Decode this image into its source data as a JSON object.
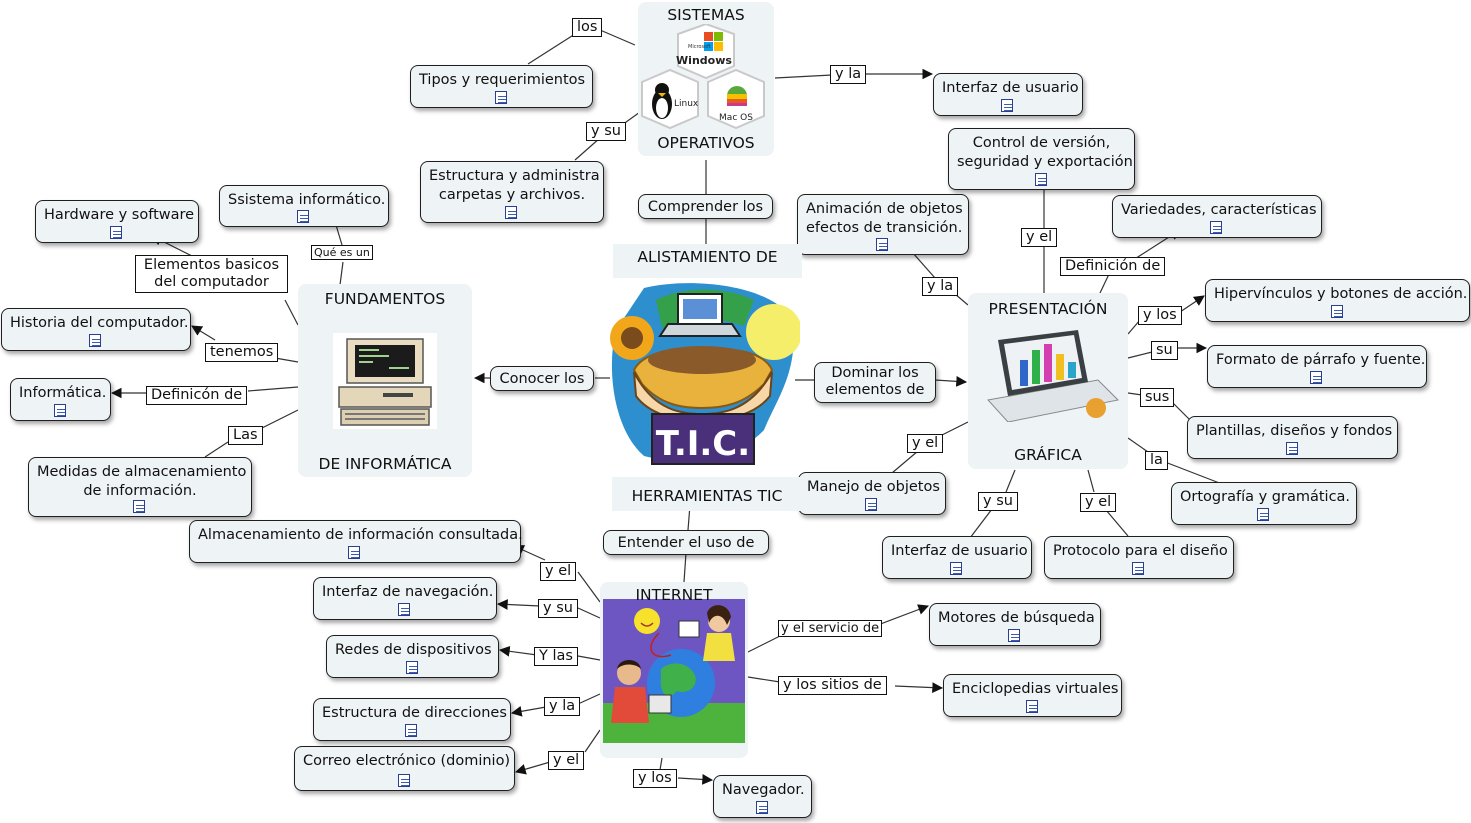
{
  "center": {
    "top_label": "ALISTAMIENTO DE",
    "bottom_label": "HERRAMIENTAS TIC",
    "logo_text": "T.I.C."
  },
  "sistemas": {
    "top": "SISTEMAS",
    "bottom": "OPERATIVOS",
    "logos": {
      "windows_small": "Microsoft",
      "windows": "Windows",
      "linux": "Linux",
      "mac": "Mac OS"
    }
  },
  "fundamentos": {
    "top": "FUNDAMENTOS",
    "bottom": "DE INFORMÁTICA"
  },
  "presentacion": {
    "top": "PRESENTACIÓN",
    "bottom": "GRÁFICA"
  },
  "internet": {
    "top": "INTERNET"
  },
  "nodes": {
    "tipos": "Tipos y requerimientos",
    "interfaz_usuario_top": "Interfaz de usuario",
    "estructura_l1": "Estructura y administra",
    "estructura_l2": "carpetas y archivos.",
    "sistema_informatico": "Ssistema informático.",
    "hardware": "Hardware y software",
    "elementos_l1": "Elementos basicos",
    "elementos_l2": "del computador",
    "historia": "Historia del computador.",
    "informatica": "Informática.",
    "medidas_l1": "Medidas de almacenamiento",
    "medidas_l2": "de información.",
    "control_l1": "Control de versión,",
    "control_l2": "seguridad y exportación",
    "animacion_l1": "Animación de objetos",
    "animacion_l2": "efectos de transición.",
    "variedades": "Variedades, características",
    "hipervinculos": "Hipervínculos y botones de acción.",
    "formato": "Formato de párrafo y fuente.",
    "plantillas": "Plantillas, diseños y fondos",
    "ortografia": "Ortografía y gramática.",
    "manejo": "Manejo de objetos",
    "interfaz_usuario_bottom": "Interfaz de usuario",
    "protocolo": "Protocolo para el diseño",
    "almacenamiento": "Almacenamiento de información consultada.",
    "interfaz_navegacion": "Interfaz de navegación.",
    "redes": "Redes de dispositivos",
    "estructura_dir": "Estructura de direcciones",
    "correo": "Correo electrónico (dominio)",
    "motores": "Motores de búsqueda",
    "enciclopedias": "Enciclopedias virtuales",
    "navegador": "Navegador."
  },
  "links": {
    "comprender": "Comprender los",
    "conocer": "Conocer los",
    "dominar_l1": "Dominar los",
    "dominar_l2": "elementos de",
    "entender": "Entender el uso de",
    "los": "los",
    "y_la_top": "y la",
    "y_su_top": "y su",
    "que_es_un": "Qué es un",
    "tenemos": "tenemos",
    "definicion_de_left": "Definicón de",
    "las": "Las",
    "y_el_control": "y el",
    "y_la_anim": "y la",
    "definicion_de_right": "Definición de",
    "y_los_hiper": "y los",
    "su_formato": "su",
    "sus_plantillas": "sus",
    "la_orto": "la",
    "y_el_manejo": "y el",
    "y_su_interfaz": "y su",
    "y_el_protocolo": "y el",
    "y_el_alm": "y el",
    "y_su_nav": "y su",
    "y_las_redes": "Y las",
    "y_la_estr": "y la",
    "y_el_correo": "y el",
    "y_el_servicio": "y el servicio de",
    "y_los_sitios": "y los sitios de",
    "y_los_nav": "y los"
  },
  "colors": {
    "node_bg": "#eef3f6",
    "border": "#1f1f1f",
    "line": "#333333",
    "doc_icon": "#2a3f8f"
  }
}
